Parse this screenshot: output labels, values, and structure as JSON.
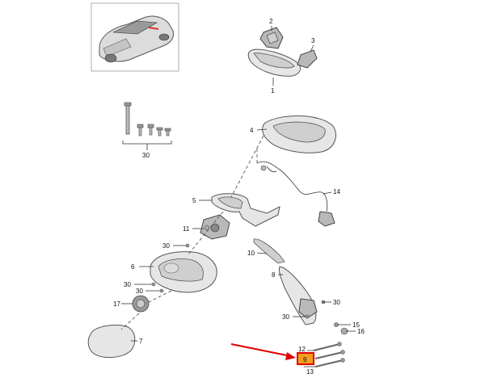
{
  "part_labels": {
    "p1": "1",
    "p2": "2",
    "p3": "3",
    "p4": "4",
    "p5": "5",
    "p6": "6",
    "p7": "7",
    "p8": "8",
    "p9": "9",
    "p10": "10",
    "p11": "11",
    "p12": "12",
    "p13": "13",
    "p14": "14",
    "p15": "15",
    "p16": "16",
    "p17": "17",
    "p30": "30"
  },
  "colors": {
    "highlight_box": "#f0a020",
    "highlight_border": "#e00000",
    "arrow": "#e00000"
  },
  "icons": {
    "car": "car-thumbnail-icon"
  }
}
